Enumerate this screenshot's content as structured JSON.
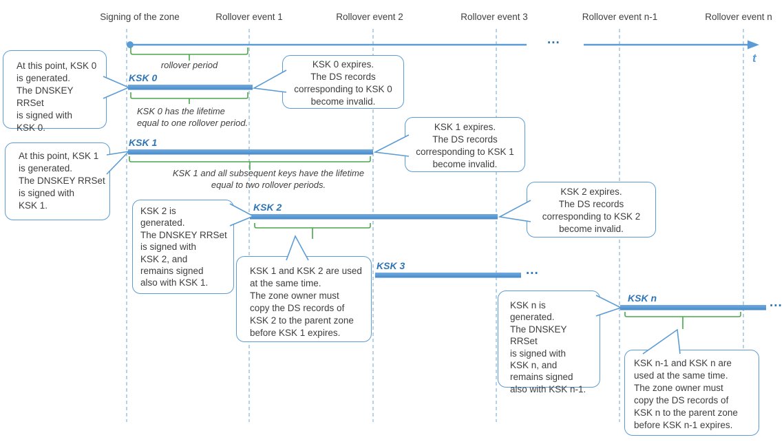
{
  "colors": {
    "accent_blue": "#5B9BD5",
    "dark_blue": "#2E75B6",
    "dashed_line_blue": "#8FBADF",
    "brace_green": "#4aa64a",
    "text": "#3d3d3d"
  },
  "timeline": {
    "event_labels": [
      "Signing of the zone",
      "Rollover event 1",
      "Rollover event 2",
      "Rollover event 3",
      "Rollover event n-1",
      "Rollover event n"
    ],
    "axis_label": "t",
    "ellipsis": "..."
  },
  "bar_labels": {
    "ksk0": "KSK 0",
    "ksk1": "KSK 1",
    "ksk2": "KSK 2",
    "ksk3": "KSK 3",
    "kskn": "KSK n"
  },
  "braces": {
    "rollover_period": "rollover period",
    "ksk0_lifetime": "KSK 0 has the lifetime\nequal to one rollover period.",
    "ksk1_lifetime": "KSK 1 and all subsequent keys have the lifetime\nequal to two rollover periods."
  },
  "callouts": {
    "ksk0_generated": "At this point, KSK 0\nis generated.\nThe DNSKEY RRSet\nis signed with\nKSK  0.",
    "ksk0_expires": "KSK 0 expires.\nThe DS records\ncorresponding to KSK 0\nbecome invalid.",
    "ksk1_generated": "At this point, KSK 1\nis generated.\nThe DNSKEY RRSet\nis signed with\nKSK 1.",
    "ksk1_expires": "KSK 1 expires.\nThe DS records\ncorresponding to KSK 1\nbecome invalid.",
    "ksk2_generated": "KSK 2 is\ngenerated.\nThe DNSKEY RRSet\nis signed with\nKSK 2, and\nremains signed\nalso with KSK 1.",
    "ksk2_expires": "KSK 2 expires.\nThe DS records\ncorresponding to KSK 2\nbecome invalid.",
    "ksk1_ksk2_overlap": "KSK 1 and KSK 2 are used\nat the same time.\nThe zone owner must\ncopy the DS records of\nKSK 2 to the parent zone\nbefore KSK 1 expires.",
    "kskn_generated": "KSK n is\ngenerated.\nThe DNSKEY RRSet\nis signed with\nKSK n, and\nremains signed\nalso with KSK n-1.",
    "kskn_overlap": "KSK n-1 and KSK n are\nused at the same time.\nThe zone owner must\ncopy the DS records of\nKSK n to the parent zone\nbefore KSK n-1 expires."
  }
}
